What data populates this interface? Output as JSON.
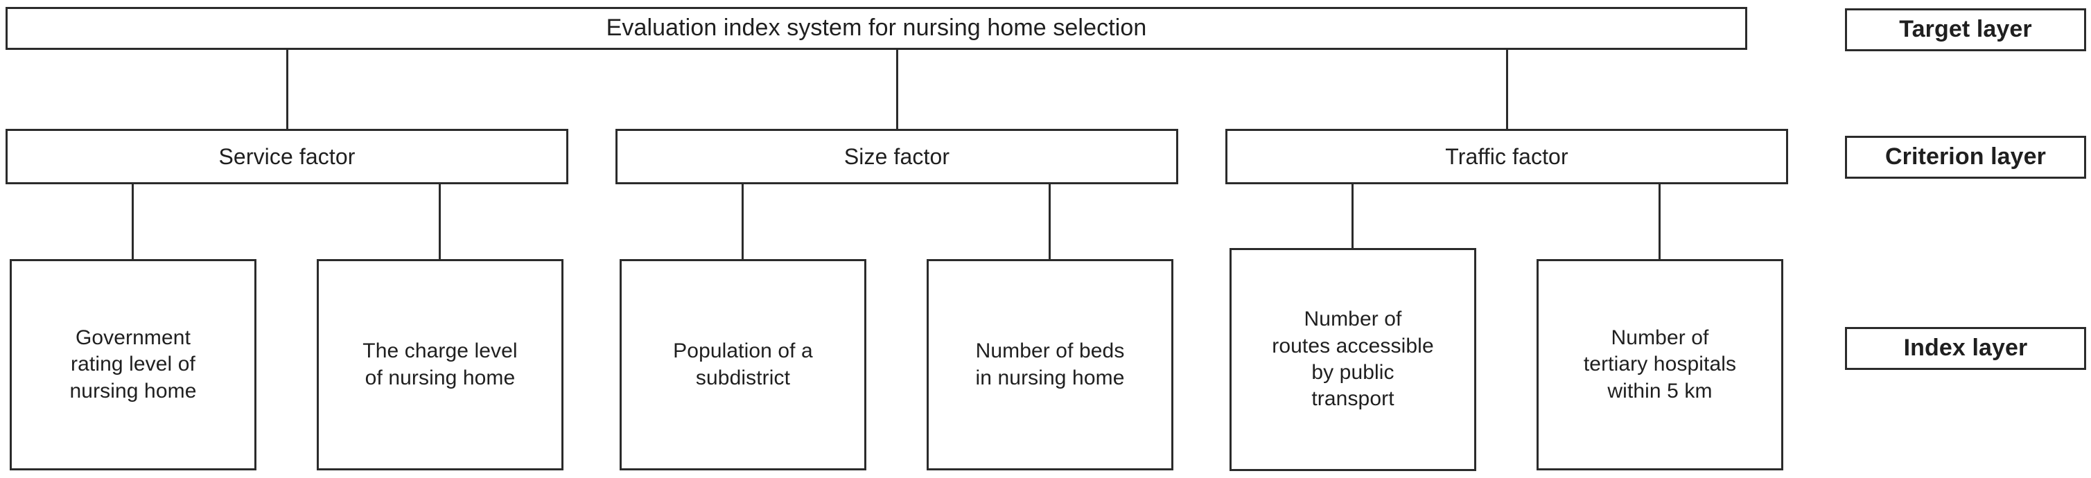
{
  "diagram": {
    "title": "Evaluation index system for nursing home selection",
    "target": {
      "label": "Evaluation index system for nursing home selection"
    },
    "criteria": [
      {
        "label": "Service factor"
      },
      {
        "label": "Size factor"
      },
      {
        "label": "Traffic factor"
      }
    ],
    "indices": [
      {
        "label": "Government\nrating level of\nnursing home"
      },
      {
        "label": "The charge level\nof nursing home"
      },
      {
        "label": "Population of a\nsubdistrict"
      },
      {
        "label": "Number of beds\nin nursing home"
      },
      {
        "label": "Number of\nroutes accessible\nby public\ntransport"
      },
      {
        "label": "Number of\ntertiary hospitals\nwithin 5 km"
      }
    ],
    "legend": [
      {
        "label": "Target layer"
      },
      {
        "label": "Criterion layer"
      },
      {
        "label": "Index layer"
      }
    ],
    "colors": {
      "border": "#2b2b2b",
      "text": "#1f1f1f",
      "background": "#ffffff"
    }
  }
}
